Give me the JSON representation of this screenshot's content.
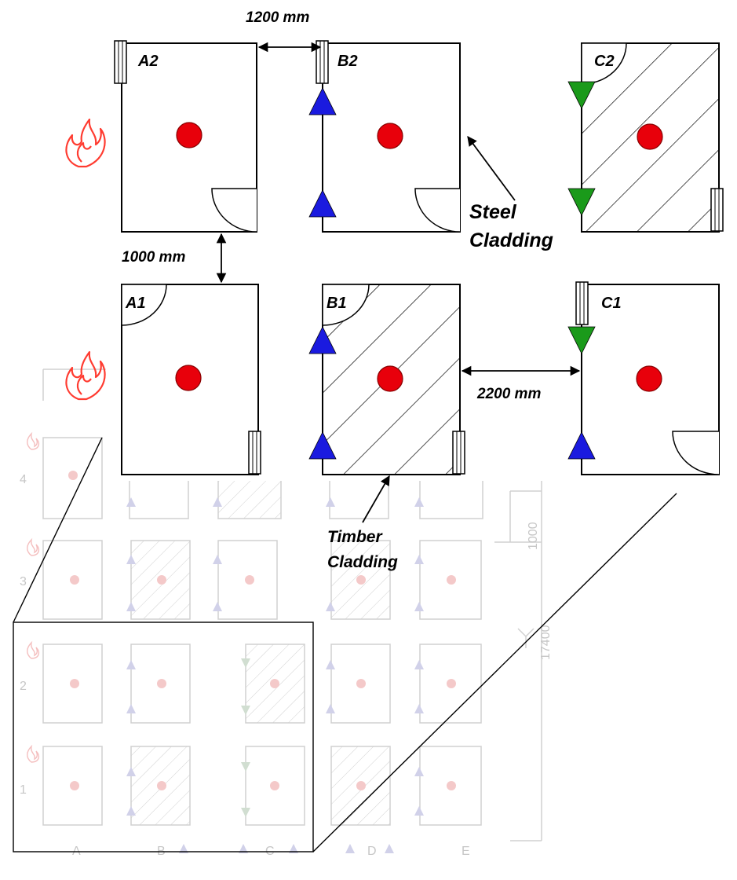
{
  "dimensions": {
    "horizontal_gap_top": "1200 mm",
    "vertical_gap": "1000 mm",
    "horizontal_gap_mid": "2200 mm"
  },
  "rooms": {
    "A2": "A2",
    "B2": "B2",
    "C2": "C2",
    "A1": "A1",
    "B1": "B1",
    "C1": "C1"
  },
  "callouts": {
    "steel_line1": "Steel",
    "steel_line2": "Cladding",
    "timber_line1": "Timber",
    "timber_line2": "Cladding"
  },
  "background_plan": {
    "row_labels": [
      "4",
      "3",
      "2",
      "1"
    ],
    "column_labels": [
      "A",
      "B",
      "C",
      "D",
      "E"
    ],
    "dimension_small": "1000",
    "dimension_large": "17400"
  },
  "colors": {
    "fire": "#ff3b30",
    "source": "#e8000b",
    "blue_marker": "#1a1adf",
    "green_marker": "#1a9a1a",
    "faded": "#c8c8c8"
  },
  "icons": [
    "fire-icon",
    "fire-source-dot",
    "blue-triangle-marker",
    "green-triangle-marker",
    "door-swing",
    "window"
  ]
}
